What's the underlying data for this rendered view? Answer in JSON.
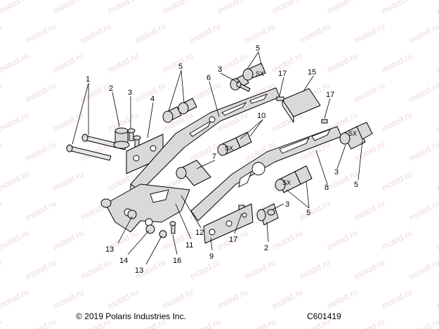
{
  "watermark": "motod.ru",
  "copyright": "© 2019 Polaris Industries Inc.",
  "figure_id": "C601419",
  "sx_label": "SX",
  "callouts": {
    "c1": "1",
    "c2a": "2",
    "c2b": "2",
    "c3a": "3",
    "c3b": "3",
    "c3c": "3",
    "c3d": "3",
    "c4": "4",
    "c5a": "5",
    "c5b": "5",
    "c5c": "5",
    "c5d": "5",
    "c6": "6",
    "c7": "7",
    "c8": "8",
    "c9": "9",
    "c10": "10",
    "c11": "11",
    "c12": "12",
    "c13a": "13",
    "c13b": "13",
    "c14": "14",
    "c15": "15",
    "c16": "16",
    "c17a": "17",
    "c17b": "17",
    "c17c": "17"
  }
}
